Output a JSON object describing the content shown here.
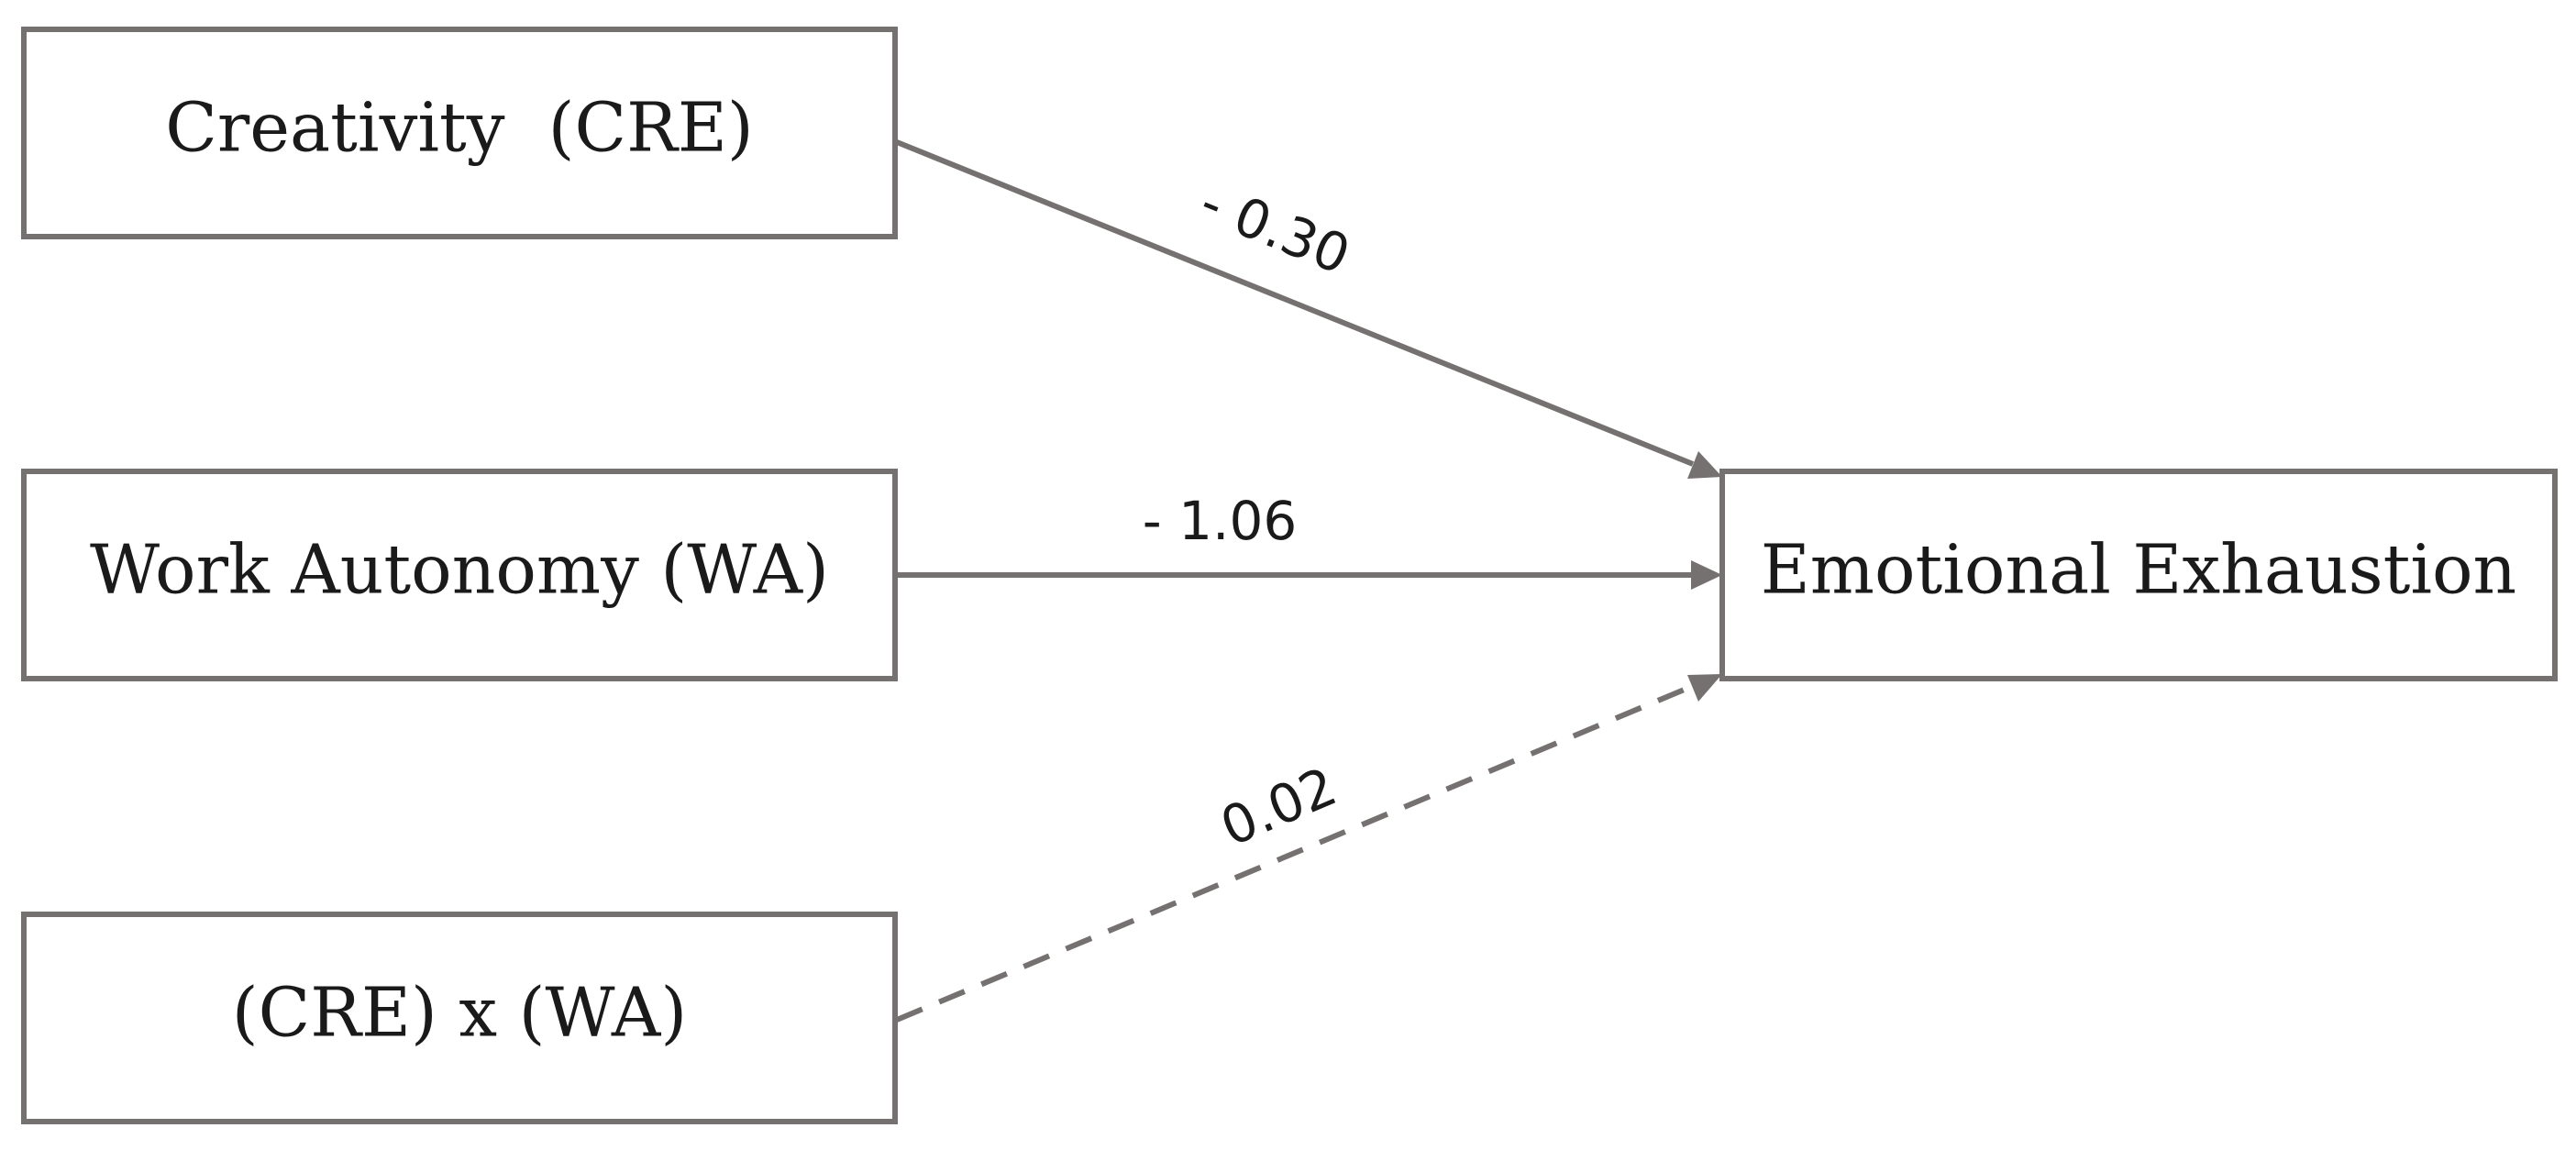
{
  "nodes": {
    "creativity": {
      "label": "Creativity  (CRE)"
    },
    "work_autonomy": {
      "label": "Work Autonomy (WA)"
    },
    "interaction": {
      "label": "(CRE) x (WA)"
    },
    "outcome": {
      "label": "Emotional Exhaustion"
    }
  },
  "paths": [
    {
      "from": "creativity",
      "to": "outcome",
      "coefficient": "- 0.30",
      "style": "solid"
    },
    {
      "from": "work_autonomy",
      "to": "outcome",
      "coefficient": "- 1.06",
      "style": "solid"
    },
    {
      "from": "interaction",
      "to": "outcome",
      "coefficient": "0.02",
      "style": "dashed"
    }
  ],
  "colors": {
    "line": "#767171",
    "text": "#1a1a1a",
    "background": "#ffffff"
  }
}
